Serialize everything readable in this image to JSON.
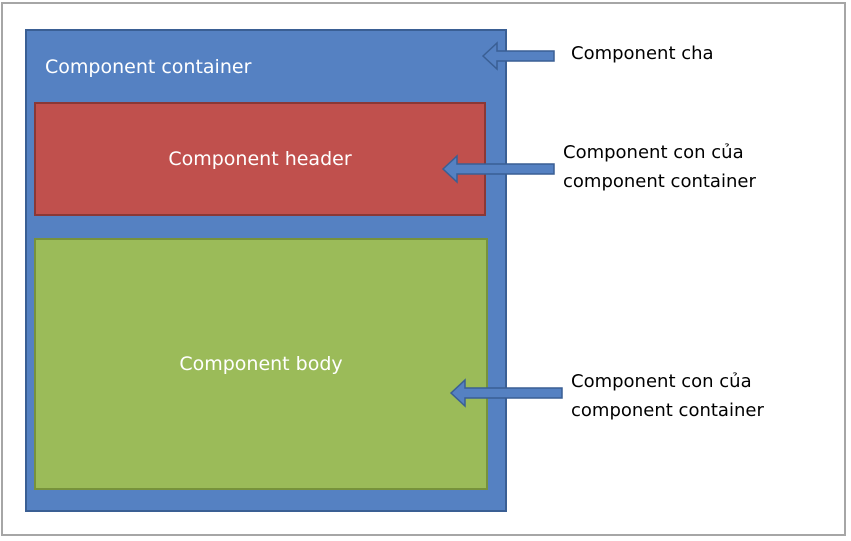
{
  "colors": {
    "container_fill": "#5581c2",
    "header_fill": "#c0504d",
    "body_fill": "#9bbb59",
    "arrow_fill": "#5581c2",
    "arrow_stroke": "#3a5f94"
  },
  "boxes": {
    "container_label": "Component container",
    "header_label": "Component header",
    "body_label": "Component body"
  },
  "callouts": {
    "parent": {
      "line1": "Component cha"
    },
    "header_child": {
      "line1": "Component con của",
      "line2": "component container"
    },
    "body_child": {
      "line1": "Component con của",
      "line2": "component container"
    }
  },
  "icons": {
    "arrow": "left-arrow-icon"
  }
}
